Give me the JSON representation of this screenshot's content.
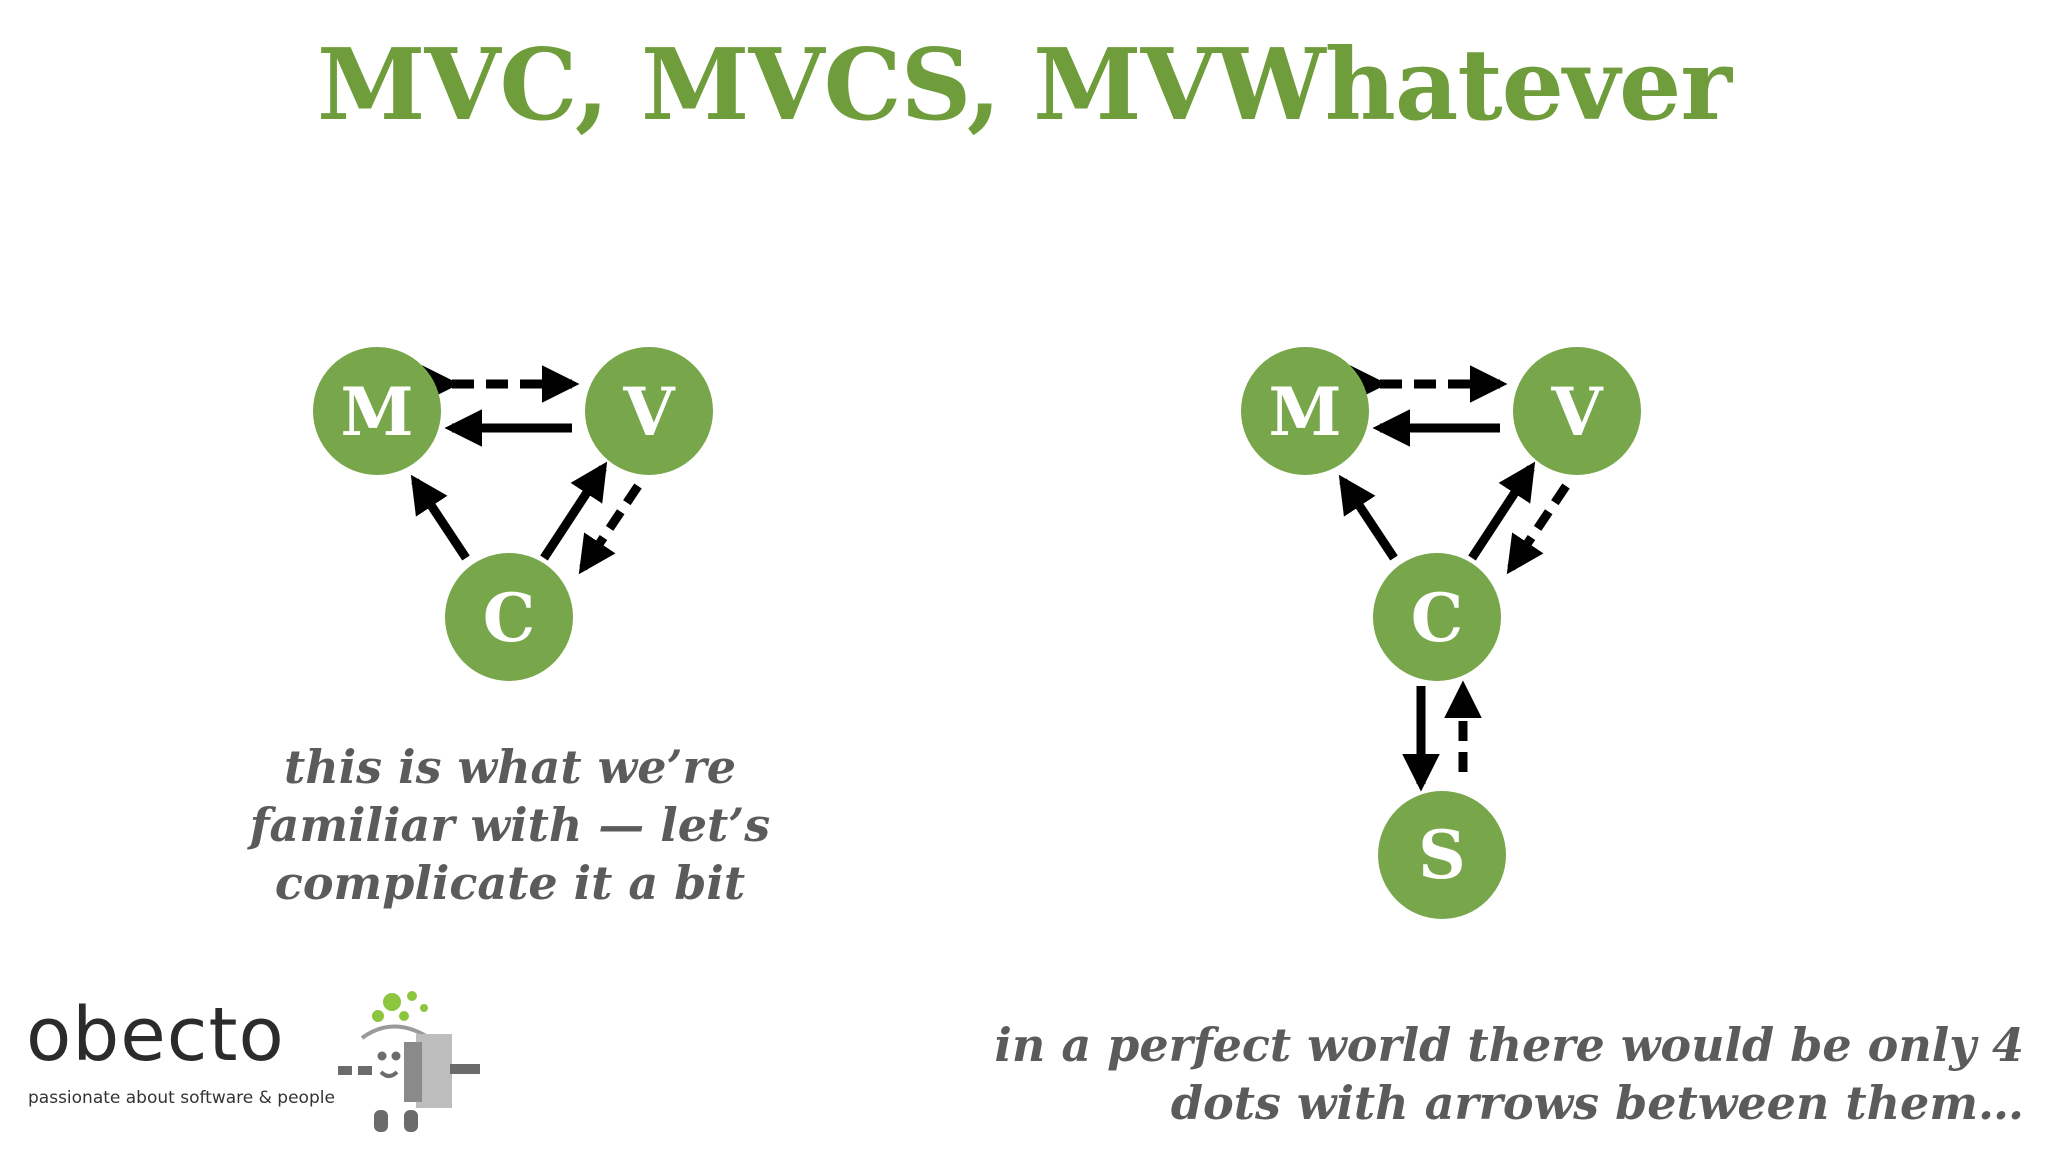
{
  "slide": {
    "title": "MVC, MVCS, MVWhatever",
    "caption_left_lines": [
      "this is what we’re",
      "familiar with — let’s",
      "complicate it a bit"
    ],
    "caption_right_lines": [
      "in a perfect world there would be only 4",
      "dots with arrows between them…"
    ]
  },
  "diagram_left": {
    "nodes": [
      "M",
      "V",
      "C"
    ]
  },
  "diagram_right": {
    "nodes": [
      "M",
      "V",
      "C",
      "S"
    ]
  },
  "logo": {
    "wordmark": "obecto",
    "tagline": "passionate about software & people",
    "mascot_icon": "obecto-mascot-icon"
  },
  "colors": {
    "title": "#6f9d3c",
    "node_fill": "#78a64a",
    "node_label": "#ffffff",
    "arrow": "#000000",
    "caption": "#5b5b5b",
    "logo_text": "#2b2b2b",
    "mascot_green": "#8cc63f",
    "mascot_grey": "#9a9a9a"
  }
}
